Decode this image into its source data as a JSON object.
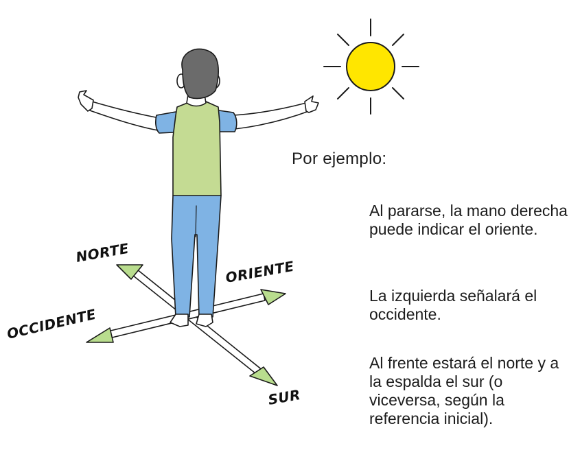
{
  "colors": {
    "sun": "#ffe600",
    "shirt": "#c4db93",
    "sleeves": "#7fb3e4",
    "pants": "#7fb3e4",
    "hair": "#6b6b6b",
    "arrowhead": "#b9dd8e",
    "outline": "#1a1a1a"
  },
  "icons": [
    "sun-icon",
    "person-figure",
    "cardinal-arrows"
  ],
  "labels": {
    "north": "NORTE",
    "east": "ORIENTE",
    "west": "OCCIDENTE",
    "south": "SUR"
  },
  "text": {
    "intro": "Por ejemplo:",
    "paragraph1": "Al pararse, la mano derecha puede indicar el oriente.",
    "paragraph2": "La izquierda señalará el occidente.",
    "paragraph3": "Al frente estará el norte y a la espalda el sur (o viceversa, según la referencia inicial)."
  }
}
